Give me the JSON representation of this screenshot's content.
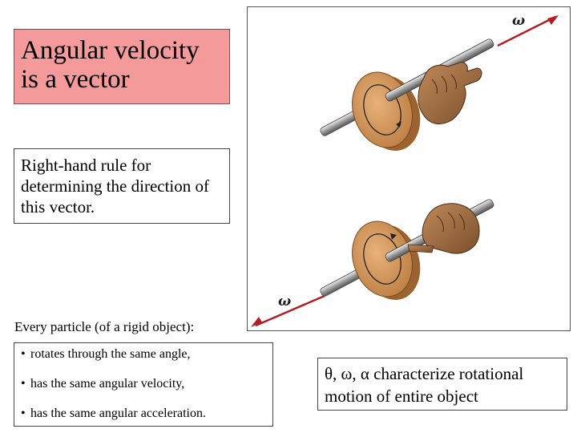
{
  "title": "Angular velocity is a vector",
  "rule_note": "Right-hand rule for determining the direction of this vector.",
  "particle_label": "Every particle (of a rigid object):",
  "bullets": [
    "rotates through the same angle,",
    "has the same angular velocity,",
    "has the same angular acceleration."
  ],
  "characterize": "θ, ω, α characterize rotational motion of entire object",
  "figure": {
    "omega_top": "ω",
    "omega_bottom": "ω",
    "arrow_color": "#b11f24",
    "disk_color": "#d9a06a",
    "icons": [
      "rotating-disk-icon",
      "right-hand-icon",
      "axle-icon"
    ]
  }
}
